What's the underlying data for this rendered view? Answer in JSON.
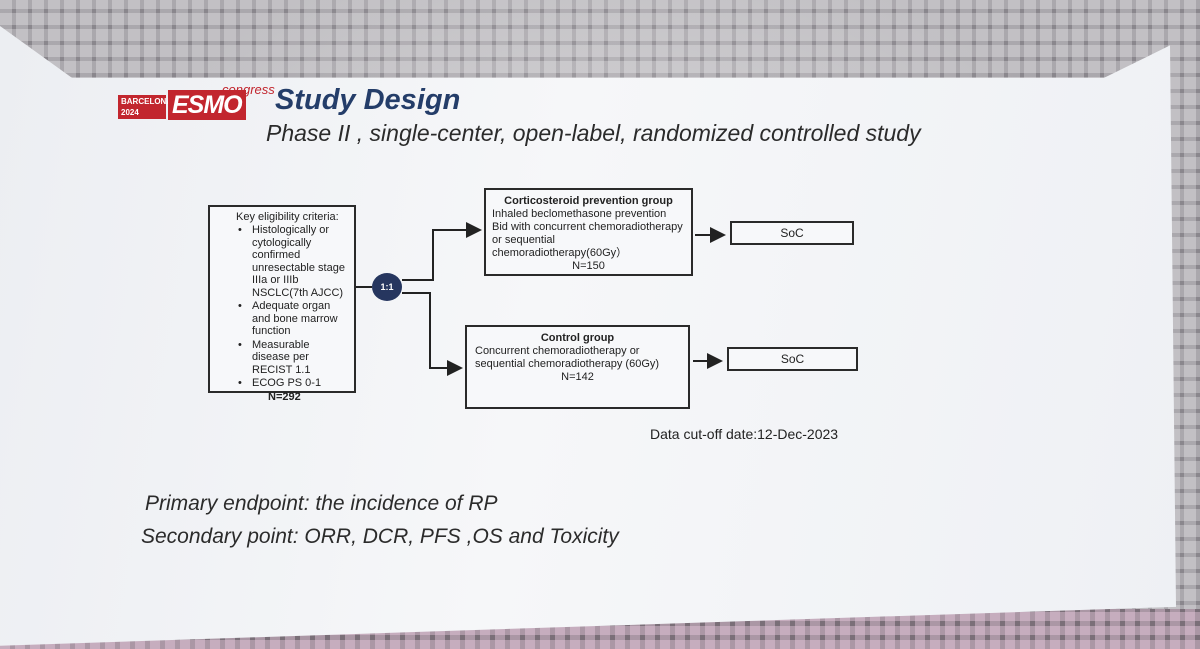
{
  "logo": {
    "city": "BARCELONA",
    "year": "2024",
    "mark": "ESMO",
    "suffix": "congress"
  },
  "slide": {
    "title": "Study Design",
    "subtitle": "Phase II , single-center, open-label, randomized controlled study"
  },
  "eligibility": {
    "heading": "Key eligibility criteria:",
    "criteria": [
      "Histologically or cytologically confirmed unresectable stage IIIa or IIIb NSCLC(7th AJCC)",
      "Adequate organ and bone marrow function",
      "Measurable disease per RECIST 1.1",
      "ECOG PS 0-1"
    ],
    "n": "N=292"
  },
  "randomization": {
    "ratio": "1:1"
  },
  "groups": [
    {
      "title": "Corticosteroid prevention group",
      "description": "Inhaled beclomethasone prevention Bid with concurrent chemoradiotherapy or sequential chemoradiotherapy(60Gy）",
      "n": "N=150",
      "outcome": "SoC"
    },
    {
      "title": "Control group",
      "description": "Concurrent chemoradiotherapy or sequential chemoradiotherapy (60Gy)",
      "n": "N=142",
      "outcome": "SoC"
    }
  ],
  "cutoff": "Data cut-off date:12-Dec-2023",
  "endpoints": {
    "primary": "Primary endpoint: the incidence of RP",
    "secondary": "Secondary point: ORR, DCR, PFS ,OS and Toxicity"
  }
}
